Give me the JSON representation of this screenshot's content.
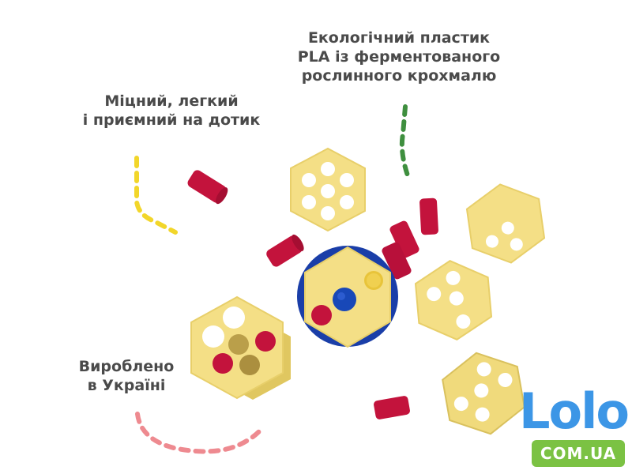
{
  "captions": {
    "eco_plastic": [
      "Екологічний пластик",
      "PLA із ферментованого",
      "рослинного крохмалю"
    ],
    "strong_light": [
      "Міцний, легкий",
      "і приємний на дотик"
    ],
    "made_in": [
      "Вироблено",
      "в Україні"
    ]
  },
  "logo": {
    "word": "Lolo",
    "domain": "COM.UA",
    "word_color": "#3c96e6",
    "domain_bg": "#7bc243"
  },
  "colors": {
    "hex_piece": "#f4df86",
    "hex_shadow": "#d9c15e",
    "peg_red": "#c3133c",
    "peg_blue": "#1848b8",
    "base_blue": "#1a3ea8",
    "dash_yellow": "#f2d62a",
    "dash_green": "#3f8f3f",
    "dash_pink": "#ee8a90"
  }
}
